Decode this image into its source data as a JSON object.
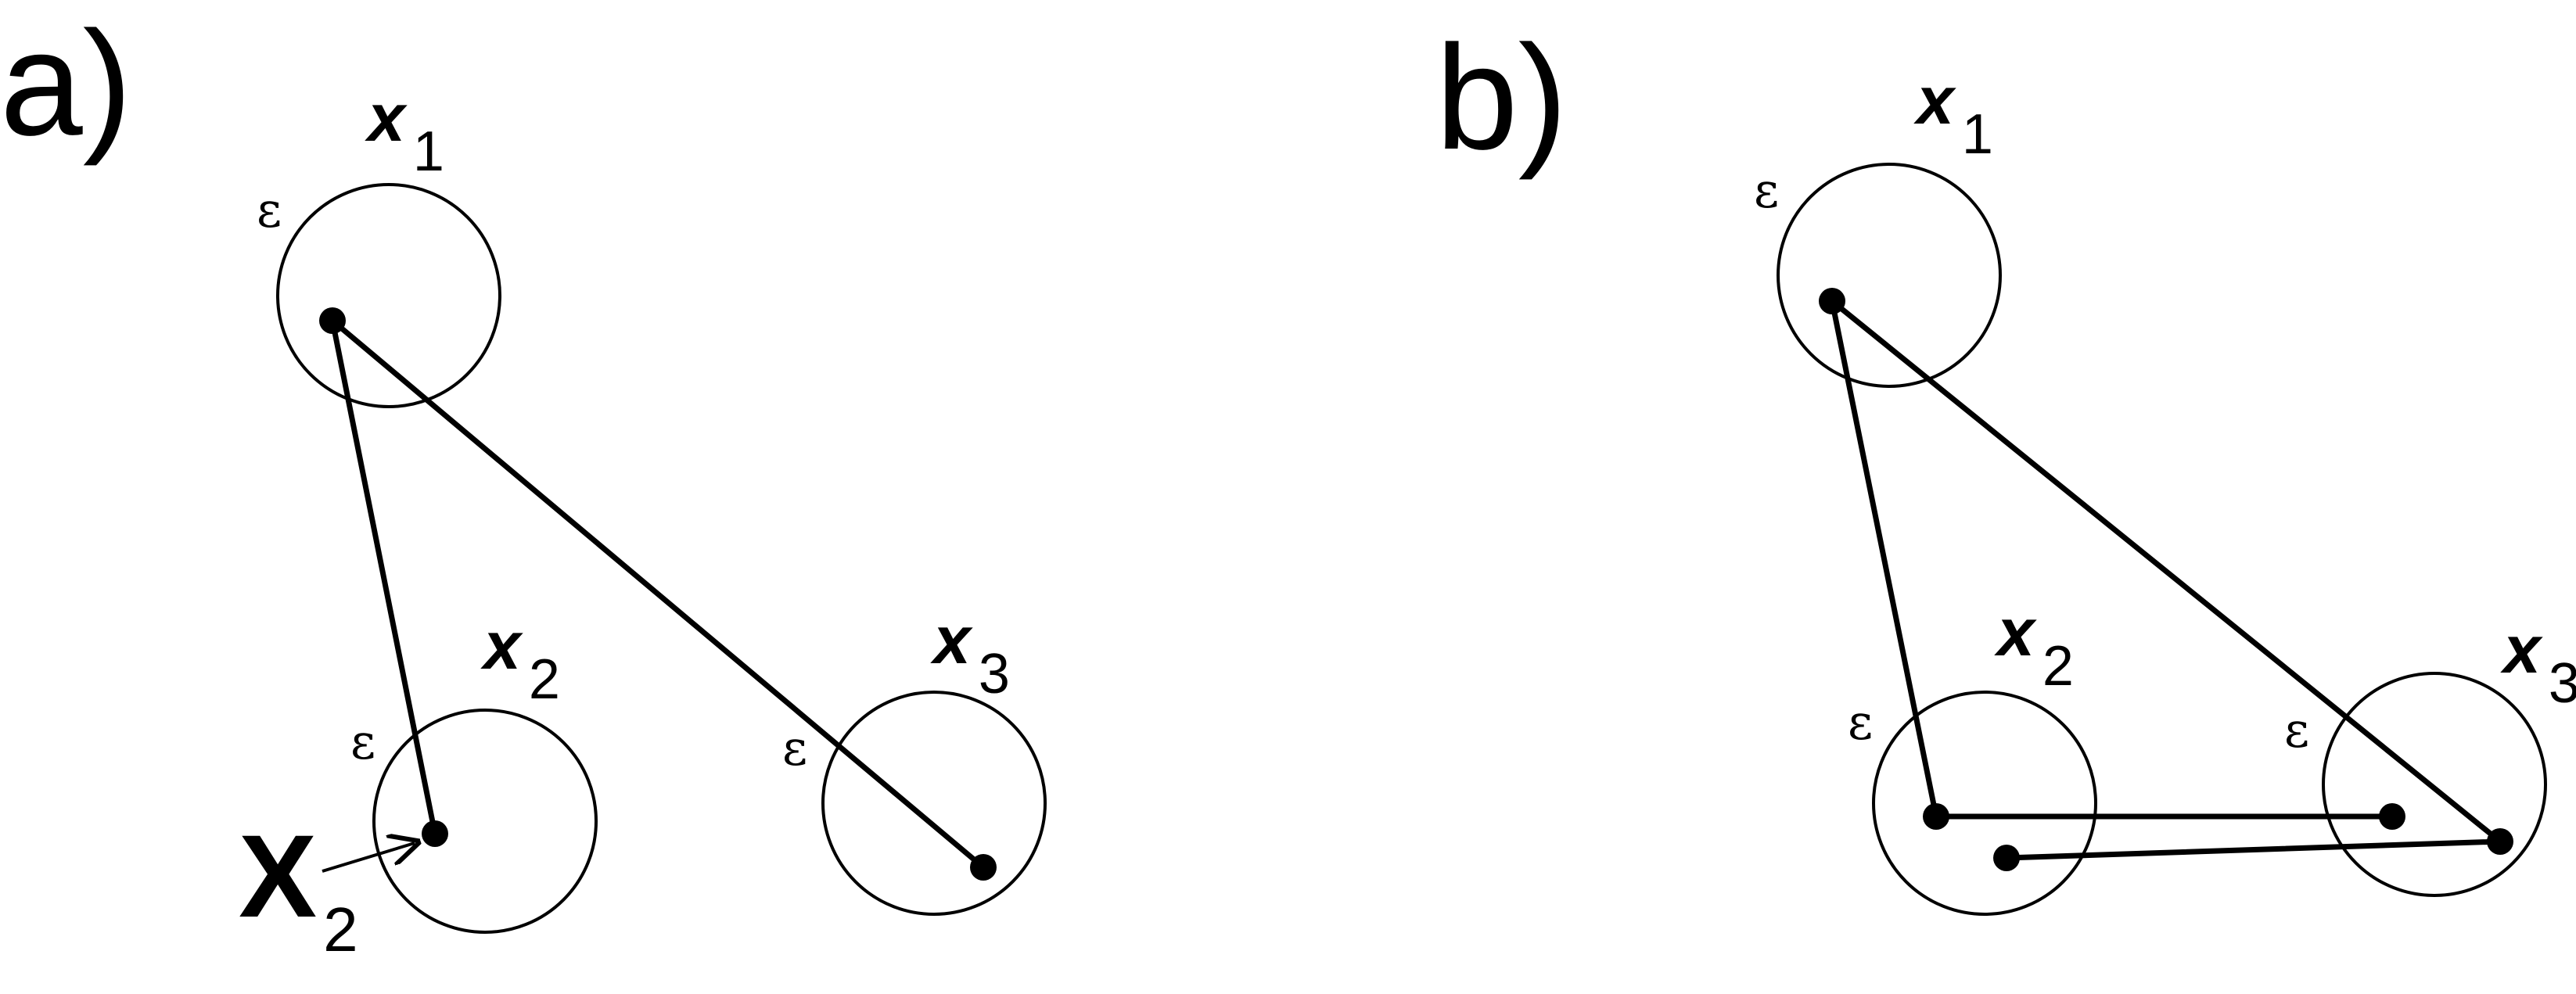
{
  "panel_a": {
    "label": "a)",
    "x1": {
      "symbol": "x",
      "sub": "1"
    },
    "x2": {
      "symbol": "x",
      "sub": "2"
    },
    "x3": {
      "symbol": "x",
      "sub": "3"
    },
    "epsilon": "ε",
    "perturbed": {
      "symbol": "X",
      "sub": "2"
    }
  },
  "panel_b": {
    "label": "b)",
    "x1": {
      "symbol": "x",
      "sub": "1"
    },
    "x2": {
      "symbol": "x",
      "sub": "2"
    },
    "x3": {
      "symbol": "x",
      "sub": "3"
    },
    "epsilon": "ε"
  }
}
